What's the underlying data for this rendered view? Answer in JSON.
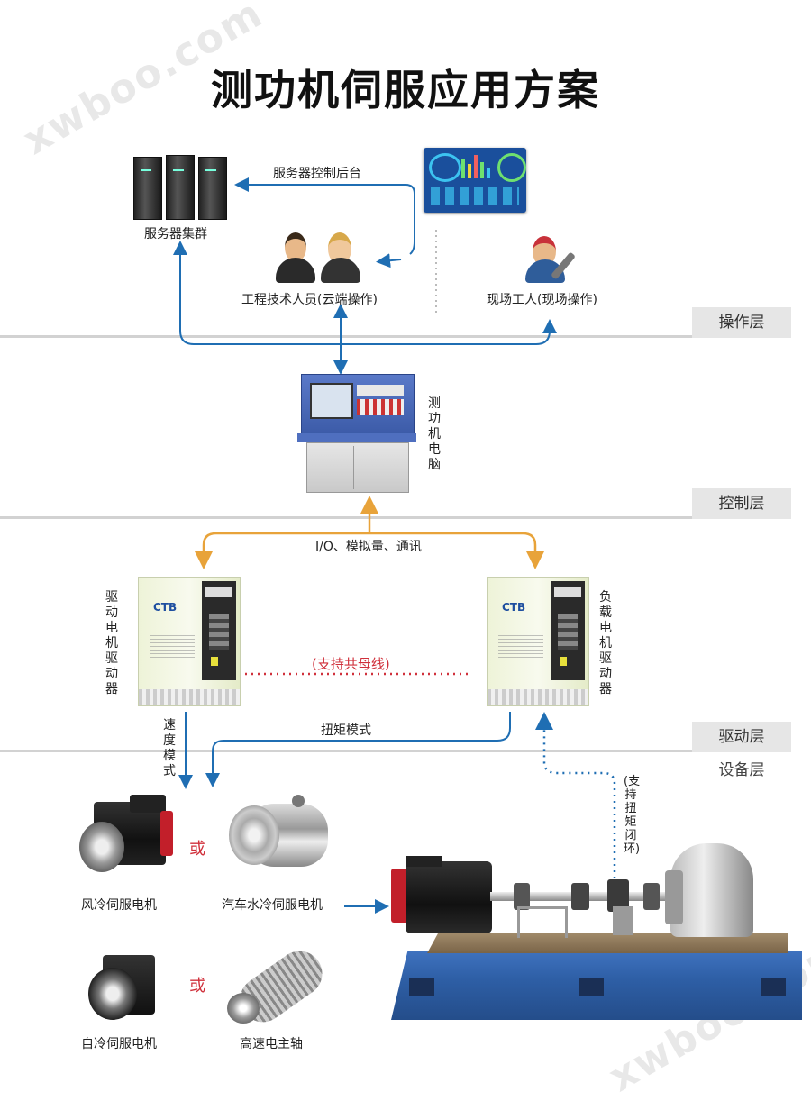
{
  "title": "测功机伺服应用方案",
  "watermarks": [
    "xwboo.com",
    "xwboo.com"
  ],
  "layers": {
    "operation": "操作层",
    "control": "控制层",
    "drive": "驱动层",
    "equipment": "设备层"
  },
  "labels": {
    "server_cluster": "服务器集群",
    "server_backend": "服务器控制后台",
    "engineers": "工程技术人员(云端操作)",
    "field_worker": "现场工人(现场操作)",
    "dyno_computer": "测功机电脑",
    "io_signals": "I/O、模拟量、通讯",
    "drive_motor_driver": "驱动电机驱动器",
    "load_motor_driver": "负载电机驱动器",
    "common_bus": "(支持共母线)",
    "speed_mode": "速度模式",
    "torque_mode": "扭矩模式",
    "torque_closed_loop": "(支持扭矩闭环)",
    "air_cooled_motor": "风冷伺服电机",
    "water_cooled_motor": "汽车水冷伺服电机",
    "self_cooled_motor": "自冷伺服电机",
    "spindle": "高速电主轴",
    "or_1": "或",
    "or_2": "或",
    "driver_brand": "CTB"
  },
  "colors": {
    "blue_arrow": "#1f6eb3",
    "orange_arrow": "#e8a33a",
    "red_dots": "#d0303b",
    "layer_line": "#d2d2d2",
    "bed_blue": "#2e5fa6",
    "motor_red": "#c21f2a"
  }
}
